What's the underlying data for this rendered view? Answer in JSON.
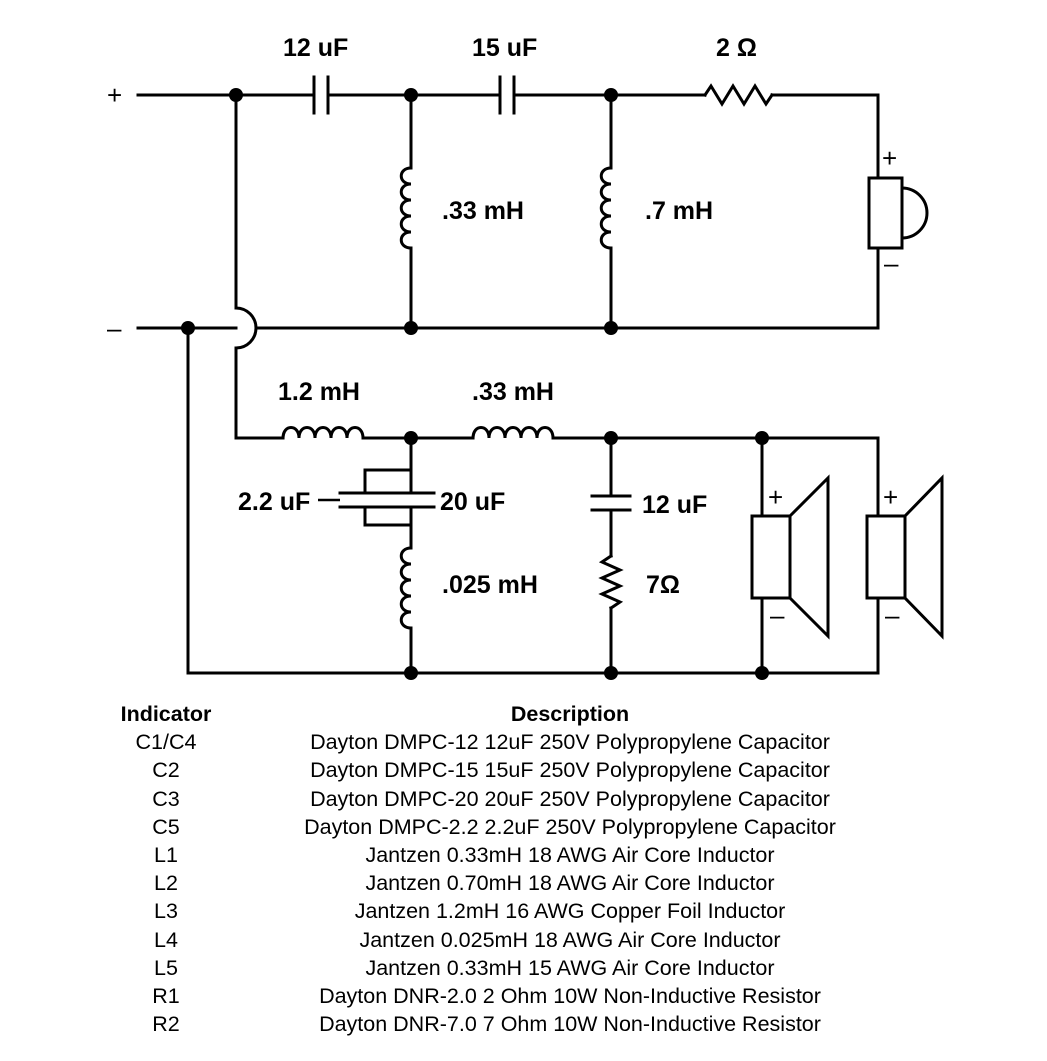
{
  "schematic": {
    "terminals": {
      "positive": "+",
      "negative": "–"
    },
    "tweeter_section": {
      "cap1": "12 uF",
      "cap2": "15 uF",
      "resistor": "2 Ω",
      "inductor1": ".33 mH",
      "inductor2": ".7 mH",
      "speaker": {
        "plus": "+",
        "minus": "–"
      }
    },
    "woofer_section": {
      "inductor1": "1.2 mH",
      "inductor2": ".33 mH",
      "cap_left": "2.2 uF",
      "cap_right": "20 uF",
      "inductor3": ".025 mH",
      "cap_zobel": "12 uF",
      "resistor_zobel": "7Ω",
      "speaker1": {
        "plus": "+",
        "minus": "–"
      },
      "speaker2": {
        "plus": "+",
        "minus": "–"
      }
    }
  },
  "table": {
    "headers": [
      "Indicator",
      "Description"
    ],
    "rows": [
      [
        "C1/C4",
        "Dayton DMPC-12 12uF 250V Polypropylene Capacitor"
      ],
      [
        "C2",
        "Dayton DMPC-15 15uF 250V Polypropylene Capacitor"
      ],
      [
        "C3",
        "Dayton DMPC-20 20uF 250V Polypropylene Capacitor"
      ],
      [
        "C5",
        "Dayton DMPC-2.2 2.2uF 250V Polypropylene Capacitor"
      ],
      [
        "L1",
        "Jantzen 0.33mH 18 AWG Air Core Inductor"
      ],
      [
        "L2",
        "Jantzen 0.70mH 18 AWG Air Core Inductor"
      ],
      [
        "L3",
        "Jantzen 1.2mH 16 AWG Copper Foil Inductor"
      ],
      [
        "L4",
        "Jantzen 0.025mH 18 AWG Air Core Inductor"
      ],
      [
        "L5",
        "Jantzen 0.33mH 15 AWG Air Core Inductor"
      ],
      [
        "R1",
        "Dayton DNR-2.0 2 Ohm 10W Non-Inductive Resistor"
      ],
      [
        "R2",
        "Dayton DNR-7.0 7 Ohm 10W Non-Inductive Resistor"
      ]
    ]
  }
}
